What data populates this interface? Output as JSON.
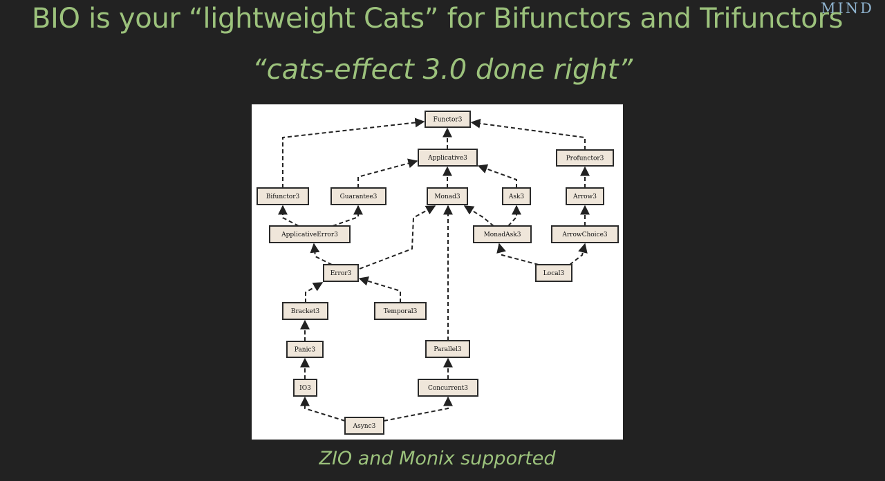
{
  "slide": {
    "title": "BIO is your “lightweight Cats” for Bifunctors and Trifunctors",
    "subtitle": "“cats-effect 3.0 done right”",
    "logo": "MIND",
    "footer": "ZIO and Monix supported"
  },
  "colors": {
    "background": "#222222",
    "title_text": "#9cc27c",
    "logo_text": "#8fb3cf",
    "diagram_background": "#ffffff",
    "node_fill": "#efe6da",
    "node_stroke": "#2a2a2a"
  },
  "diagram": {
    "nodes": [
      {
        "id": "Functor3",
        "label": "Functor3"
      },
      {
        "id": "Applicative3",
        "label": "Applicative3"
      },
      {
        "id": "Profunctor3",
        "label": "Profunctor3"
      },
      {
        "id": "Bifunctor3",
        "label": "Bifunctor3"
      },
      {
        "id": "Guarantee3",
        "label": "Guarantee3"
      },
      {
        "id": "Monad3",
        "label": "Monad3"
      },
      {
        "id": "Ask3",
        "label": "Ask3"
      },
      {
        "id": "Arrow3",
        "label": "Arrow3"
      },
      {
        "id": "ApplicativeError3",
        "label": "ApplicativeError3"
      },
      {
        "id": "MonadAsk3",
        "label": "MonadAsk3"
      },
      {
        "id": "ArrowChoice3",
        "label": "ArrowChoice3"
      },
      {
        "id": "Error3",
        "label": "Error3"
      },
      {
        "id": "Local3",
        "label": "Local3"
      },
      {
        "id": "Bracket3",
        "label": "Bracket3"
      },
      {
        "id": "Temporal3",
        "label": "Temporal3"
      },
      {
        "id": "Panic3",
        "label": "Panic3"
      },
      {
        "id": "Parallel3",
        "label": "Parallel3"
      },
      {
        "id": "IO3",
        "label": "IO3"
      },
      {
        "id": "Concurrent3",
        "label": "Concurrent3"
      },
      {
        "id": "Async3",
        "label": "Async3"
      }
    ],
    "edges": [
      {
        "from": "Applicative3",
        "to": "Functor3"
      },
      {
        "from": "Bifunctor3",
        "to": "Functor3"
      },
      {
        "from": "Profunctor3",
        "to": "Functor3"
      },
      {
        "from": "Guarantee3",
        "to": "Applicative3"
      },
      {
        "from": "Monad3",
        "to": "Applicative3"
      },
      {
        "from": "Ask3",
        "to": "Applicative3"
      },
      {
        "from": "Arrow3",
        "to": "Profunctor3"
      },
      {
        "from": "ApplicativeError3",
        "to": "Bifunctor3"
      },
      {
        "from": "ApplicativeError3",
        "to": "Guarantee3"
      },
      {
        "from": "MonadAsk3",
        "to": "Monad3"
      },
      {
        "from": "MonadAsk3",
        "to": "Ask3"
      },
      {
        "from": "ArrowChoice3",
        "to": "Arrow3"
      },
      {
        "from": "Error3",
        "to": "ApplicativeError3"
      },
      {
        "from": "Error3",
        "to": "Monad3"
      },
      {
        "from": "Local3",
        "to": "MonadAsk3"
      },
      {
        "from": "Local3",
        "to": "ArrowChoice3"
      },
      {
        "from": "Bracket3",
        "to": "Error3"
      },
      {
        "from": "Temporal3",
        "to": "Error3"
      },
      {
        "from": "Panic3",
        "to": "Bracket3"
      },
      {
        "from": "Parallel3",
        "to": "Monad3"
      },
      {
        "from": "IO3",
        "to": "Panic3"
      },
      {
        "from": "Concurrent3",
        "to": "Parallel3"
      },
      {
        "from": "Async3",
        "to": "IO3"
      },
      {
        "from": "Async3",
        "to": "Concurrent3"
      }
    ]
  }
}
